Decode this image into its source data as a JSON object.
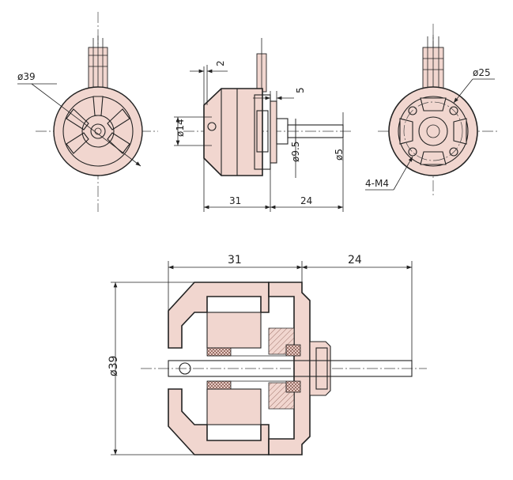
{
  "views": {
    "front": {
      "dia_label": "ø39"
    },
    "side": {
      "dims": {
        "flange": "2",
        "collar": "5",
        "body_dia": "ø14",
        "bearing_dia": "ø9.5",
        "shaft_dia": "ø5",
        "length_body": "31",
        "length_shaft": "24"
      }
    },
    "rear": {
      "dia_label": "ø25",
      "thread_label": "4-M4"
    },
    "section": {
      "length_body": "31",
      "length_shaft": "24",
      "dia_label": "ø39"
    }
  },
  "colors": {
    "line": "#222222",
    "fill": "#f1d6cf",
    "hatch": "#c8998e"
  }
}
